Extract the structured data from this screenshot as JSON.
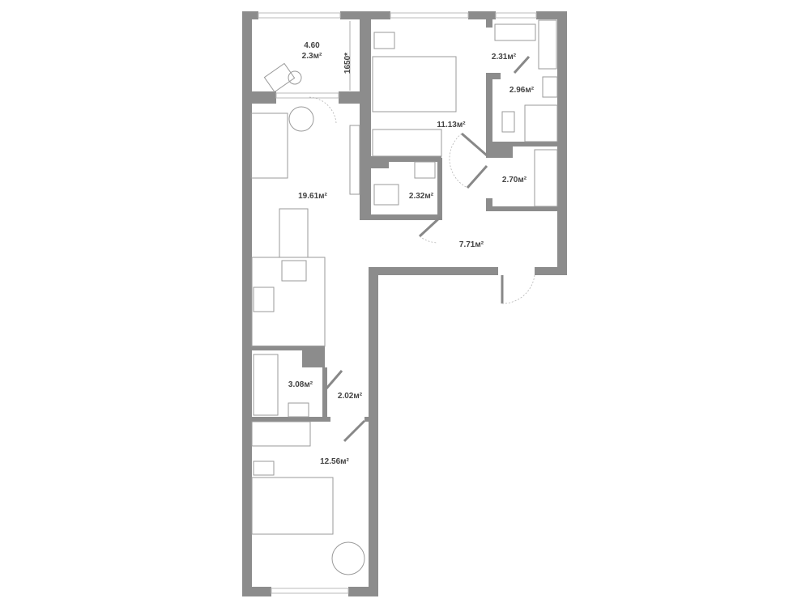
{
  "plan": {
    "balcony": {
      "length": "4.60",
      "area": "2.3м²",
      "dimension": "1650*"
    },
    "rooms": [
      {
        "id": "bedroom-1",
        "area": "11.13м²"
      },
      {
        "id": "wardrobe",
        "area": "2.31м²"
      },
      {
        "id": "bathroom-1",
        "area": "2.96м²"
      },
      {
        "id": "living-kitchen",
        "area": "19.61м²"
      },
      {
        "id": "wc",
        "area": "2.32м²"
      },
      {
        "id": "laundry",
        "area": "2.70м²"
      },
      {
        "id": "hall",
        "area": "7.71м²"
      },
      {
        "id": "bathroom-2",
        "area": "3.08м²"
      },
      {
        "id": "corridor",
        "area": "2.02м²"
      },
      {
        "id": "bedroom-2",
        "area": "12.56м²"
      }
    ]
  }
}
